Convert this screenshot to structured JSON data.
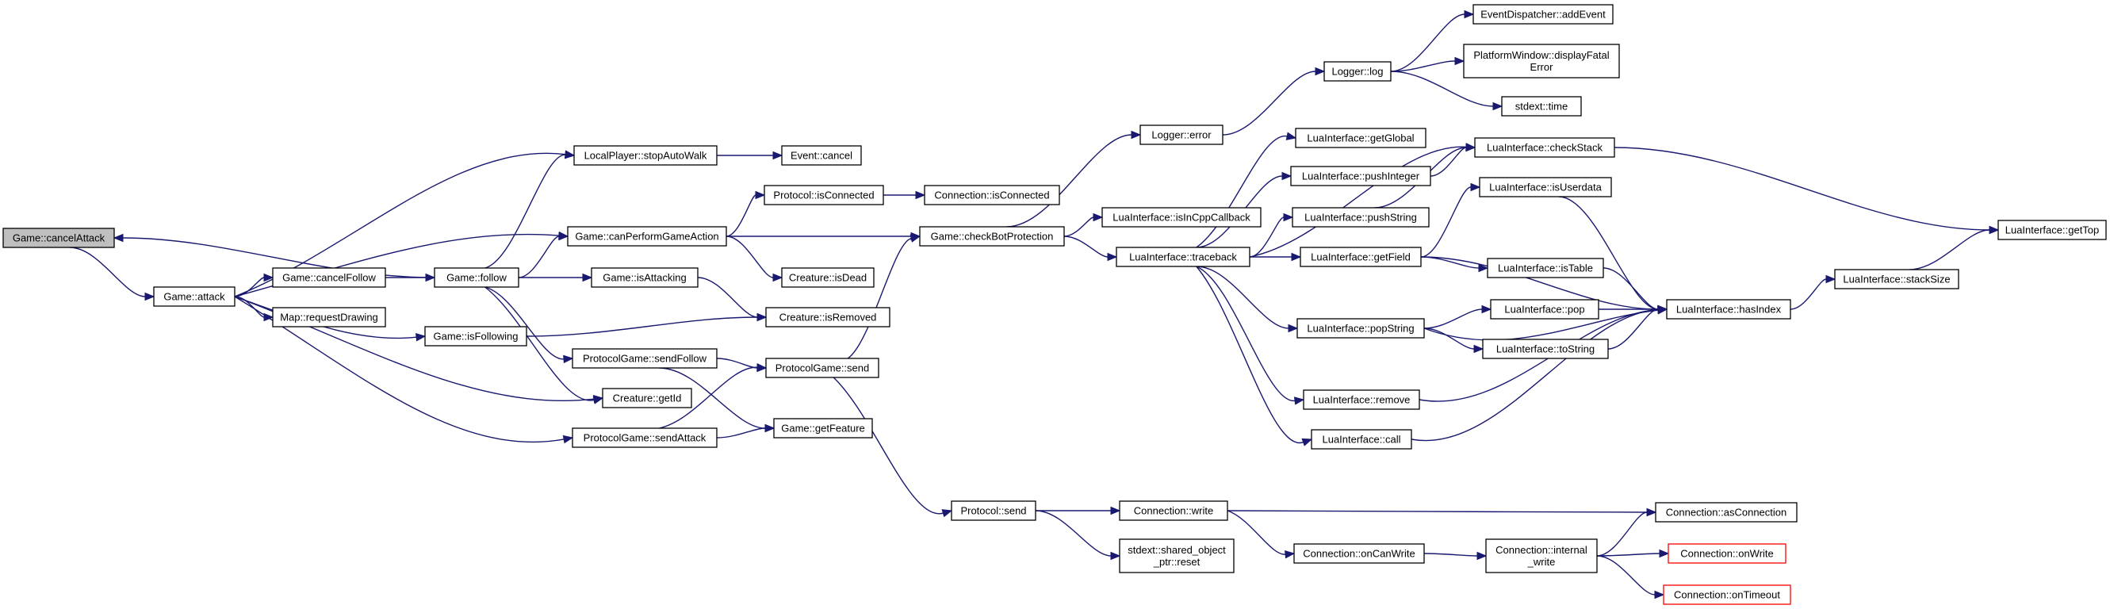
{
  "nodes": [
    {
      "id": "n_cancelAttack",
      "lines": [
        "Game::cancelAttack"
      ],
      "kind": "root"
    },
    {
      "id": "n_attack",
      "lines": [
        "Game::attack"
      ],
      "kind": "normal"
    },
    {
      "id": "n_stopAutoWalk",
      "lines": [
        "LocalPlayer::stopAutoWalk"
      ],
      "kind": "normal"
    },
    {
      "id": "n_eventCancel",
      "lines": [
        "Event::cancel"
      ],
      "kind": "normal"
    },
    {
      "id": "n_canPerform",
      "lines": [
        "Game::canPerformGameAction"
      ],
      "kind": "normal"
    },
    {
      "id": "n_cancelFollow",
      "lines": [
        "Game::cancelFollow"
      ],
      "kind": "normal"
    },
    {
      "id": "n_follow",
      "lines": [
        "Game::follow"
      ],
      "kind": "normal"
    },
    {
      "id": "n_requestDrawing",
      "lines": [
        "Map::requestDrawing"
      ],
      "kind": "normal"
    },
    {
      "id": "n_isFollowing",
      "lines": [
        "Game::isFollowing"
      ],
      "kind": "normal"
    },
    {
      "id": "n_getId",
      "lines": [
        "Creature::getId"
      ],
      "kind": "normal"
    },
    {
      "id": "n_sendAttack",
      "lines": [
        "ProtocolGame::sendAttack"
      ],
      "kind": "normal"
    },
    {
      "id": "n_protoIsConnected",
      "lines": [
        "Protocol::isConnected"
      ],
      "kind": "normal"
    },
    {
      "id": "n_connIsConnected",
      "lines": [
        "Connection::isConnected"
      ],
      "kind": "normal"
    },
    {
      "id": "n_isAttacking",
      "lines": [
        "Game::isAttacking"
      ],
      "kind": "normal"
    },
    {
      "id": "n_sendFollow",
      "lines": [
        "ProtocolGame::sendFollow"
      ],
      "kind": "normal"
    },
    {
      "id": "n_isDead",
      "lines": [
        "Creature::isDead"
      ],
      "kind": "normal"
    },
    {
      "id": "n_isRemoved",
      "lines": [
        "Creature::isRemoved"
      ],
      "kind": "normal"
    },
    {
      "id": "n_pgSend",
      "lines": [
        "ProtocolGame::send"
      ],
      "kind": "normal"
    },
    {
      "id": "n_getFeature",
      "lines": [
        "Game::getFeature"
      ],
      "kind": "normal"
    },
    {
      "id": "n_checkBot",
      "lines": [
        "Game::checkBotProtection"
      ],
      "kind": "normal"
    },
    {
      "id": "n_loggerError",
      "lines": [
        "Logger::error"
      ],
      "kind": "normal"
    },
    {
      "id": "n_loggerLog",
      "lines": [
        "Logger::log"
      ],
      "kind": "normal"
    },
    {
      "id": "n_addEvent",
      "lines": [
        "EventDispatcher::addEvent"
      ],
      "kind": "normal"
    },
    {
      "id": "n_displayFatal",
      "lines": [
        "PlatformWindow::displayFatal",
        "Error"
      ],
      "kind": "normal"
    },
    {
      "id": "n_stdextTime",
      "lines": [
        "stdext::time"
      ],
      "kind": "normal"
    },
    {
      "id": "n_isInCpp",
      "lines": [
        "LuaInterface::isInCppCallback"
      ],
      "kind": "normal"
    },
    {
      "id": "n_traceback",
      "lines": [
        "LuaInterface::traceback"
      ],
      "kind": "normal"
    },
    {
      "id": "n_getGlobal",
      "lines": [
        "LuaInterface::getGlobal"
      ],
      "kind": "normal"
    },
    {
      "id": "n_pushInteger",
      "lines": [
        "LuaInterface::pushInteger"
      ],
      "kind": "normal"
    },
    {
      "id": "n_pushString",
      "lines": [
        "LuaInterface::pushString"
      ],
      "kind": "normal"
    },
    {
      "id": "n_getField",
      "lines": [
        "LuaInterface::getField"
      ],
      "kind": "normal"
    },
    {
      "id": "n_popString",
      "lines": [
        "LuaInterface::popString"
      ],
      "kind": "normal"
    },
    {
      "id": "n_remove",
      "lines": [
        "LuaInterface::remove"
      ],
      "kind": "normal"
    },
    {
      "id": "n_call",
      "lines": [
        "LuaInterface::call"
      ],
      "kind": "normal"
    },
    {
      "id": "n_checkStack",
      "lines": [
        "LuaInterface::checkStack"
      ],
      "kind": "normal"
    },
    {
      "id": "n_isUserdata",
      "lines": [
        "LuaInterface::isUserdata"
      ],
      "kind": "normal"
    },
    {
      "id": "n_isTable",
      "lines": [
        "LuaInterface::isTable"
      ],
      "kind": "normal"
    },
    {
      "id": "n_pop",
      "lines": [
        "LuaInterface::pop"
      ],
      "kind": "normal"
    },
    {
      "id": "n_toString",
      "lines": [
        "LuaInterface::toString"
      ],
      "kind": "normal"
    },
    {
      "id": "n_hasIndex",
      "lines": [
        "LuaInterface::hasIndex"
      ],
      "kind": "normal"
    },
    {
      "id": "n_stackSize",
      "lines": [
        "LuaInterface::stackSize"
      ],
      "kind": "normal"
    },
    {
      "id": "n_getTop",
      "lines": [
        "LuaInterface::getTop"
      ],
      "kind": "normal"
    },
    {
      "id": "n_protocolSend",
      "lines": [
        "Protocol::send"
      ],
      "kind": "normal"
    },
    {
      "id": "n_connWrite",
      "lines": [
        "Connection::write"
      ],
      "kind": "normal"
    },
    {
      "id": "n_sharedReset",
      "lines": [
        "stdext::shared_object",
        "_ptr::reset"
      ],
      "kind": "normal"
    },
    {
      "id": "n_onCanWrite",
      "lines": [
        "Connection::onCanWrite"
      ],
      "kind": "normal"
    },
    {
      "id": "n_internalWrite",
      "lines": [
        "Connection::internal",
        "_write"
      ],
      "kind": "normal"
    },
    {
      "id": "n_asConnection",
      "lines": [
        "Connection::asConnection"
      ],
      "kind": "normal"
    },
    {
      "id": "n_onWrite",
      "lines": [
        "Connection::onWrite"
      ],
      "kind": "truncated"
    },
    {
      "id": "n_onTimeout",
      "lines": [
        "Connection::onTimeout"
      ],
      "kind": "truncated"
    }
  ],
  "edges": [
    [
      "n_cancelAttack",
      "n_attack"
    ],
    [
      "n_follow",
      "n_cancelAttack"
    ],
    [
      "n_attack",
      "n_stopAutoWalk"
    ],
    [
      "n_attack",
      "n_canPerform"
    ],
    [
      "n_attack",
      "n_cancelFollow"
    ],
    [
      "n_attack",
      "n_requestDrawing"
    ],
    [
      "n_attack",
      "n_isFollowing"
    ],
    [
      "n_attack",
      "n_getId"
    ],
    [
      "n_attack",
      "n_sendAttack"
    ],
    [
      "n_stopAutoWalk",
      "n_eventCancel"
    ],
    [
      "n_cancelFollow",
      "n_follow"
    ],
    [
      "n_follow",
      "n_stopAutoWalk"
    ],
    [
      "n_follow",
      "n_canPerform"
    ],
    [
      "n_follow",
      "n_isAttacking"
    ],
    [
      "n_follow",
      "n_sendFollow"
    ],
    [
      "n_follow",
      "n_getId"
    ],
    [
      "n_canPerform",
      "n_protoIsConnected"
    ],
    [
      "n_canPerform",
      "n_checkBot"
    ],
    [
      "n_canPerform",
      "n_isDead"
    ],
    [
      "n_protoIsConnected",
      "n_connIsConnected"
    ],
    [
      "n_isAttacking",
      "n_isRemoved"
    ],
    [
      "n_isFollowing",
      "n_isRemoved"
    ],
    [
      "n_sendFollow",
      "n_pgSend"
    ],
    [
      "n_sendFollow",
      "n_getFeature"
    ],
    [
      "n_sendAttack",
      "n_pgSend"
    ],
    [
      "n_sendAttack",
      "n_getFeature"
    ],
    [
      "n_pgSend",
      "n_checkBot"
    ],
    [
      "n_pgSend",
      "n_protocolSend"
    ],
    [
      "n_checkBot",
      "n_loggerError"
    ],
    [
      "n_checkBot",
      "n_isInCpp"
    ],
    [
      "n_checkBot",
      "n_traceback"
    ],
    [
      "n_loggerError",
      "n_loggerLog"
    ],
    [
      "n_loggerLog",
      "n_addEvent"
    ],
    [
      "n_loggerLog",
      "n_displayFatal"
    ],
    [
      "n_loggerLog",
      "n_stdextTime"
    ],
    [
      "n_traceback",
      "n_getGlobal"
    ],
    [
      "n_traceback",
      "n_pushInteger"
    ],
    [
      "n_traceback",
      "n_pushString"
    ],
    [
      "n_traceback",
      "n_getField"
    ],
    [
      "n_traceback",
      "n_popString"
    ],
    [
      "n_traceback",
      "n_remove"
    ],
    [
      "n_traceback",
      "n_call"
    ],
    [
      "n_traceback",
      "n_checkStack"
    ],
    [
      "n_pushInteger",
      "n_checkStack"
    ],
    [
      "n_pushString",
      "n_checkStack"
    ],
    [
      "n_getField",
      "n_isUserdata"
    ],
    [
      "n_getField",
      "n_isTable"
    ],
    [
      "n_getField",
      "n_hasIndex"
    ],
    [
      "n_popString",
      "n_pop"
    ],
    [
      "n_popString",
      "n_toString"
    ],
    [
      "n_popString",
      "n_hasIndex"
    ],
    [
      "n_remove",
      "n_hasIndex"
    ],
    [
      "n_call",
      "n_hasIndex"
    ],
    [
      "n_checkStack",
      "n_getTop"
    ],
    [
      "n_isUserdata",
      "n_hasIndex"
    ],
    [
      "n_isTable",
      "n_hasIndex"
    ],
    [
      "n_pop",
      "n_hasIndex"
    ],
    [
      "n_toString",
      "n_hasIndex"
    ],
    [
      "n_hasIndex",
      "n_stackSize"
    ],
    [
      "n_stackSize",
      "n_getTop"
    ],
    [
      "n_protocolSend",
      "n_connWrite"
    ],
    [
      "n_protocolSend",
      "n_sharedReset"
    ],
    [
      "n_connWrite",
      "n_asConnection"
    ],
    [
      "n_connWrite",
      "n_onCanWrite"
    ],
    [
      "n_onCanWrite",
      "n_internalWrite"
    ],
    [
      "n_internalWrite",
      "n_asConnection"
    ],
    [
      "n_internalWrite",
      "n_onWrite"
    ],
    [
      "n_internalWrite",
      "n_onTimeout"
    ]
  ]
}
